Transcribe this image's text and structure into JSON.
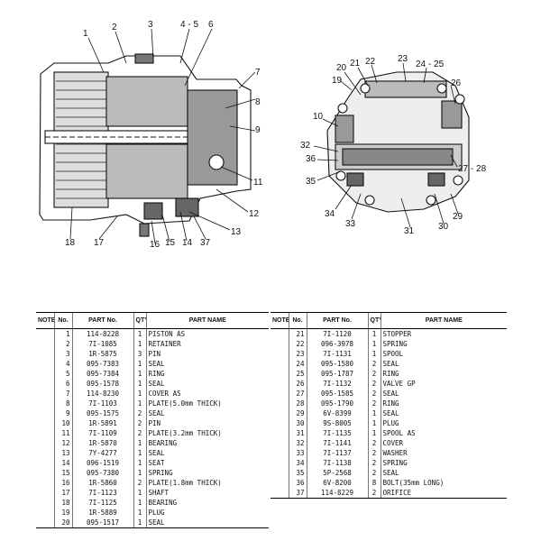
{
  "callouts": {
    "left": [
      "1",
      "2",
      "3",
      "4 - 5",
      "6",
      "7",
      "8",
      "9",
      "11",
      "12",
      "13",
      "37",
      "14",
      "15",
      "16",
      "17",
      "18"
    ],
    "right": [
      "20",
      "21",
      "22",
      "23",
      "24 - 25",
      "19",
      "26",
      "10",
      "32",
      "36",
      "27 - 28",
      "35",
      "34",
      "33",
      "31",
      "30",
      "29"
    ]
  },
  "table": {
    "headers": {
      "note": "NOTE",
      "no": "No.",
      "part_no": "PART No.",
      "qty": "QTY",
      "part_name": "PART NAME"
    },
    "left_rows": [
      {
        "no": "1",
        "part_no": "114-8228",
        "qty": "1",
        "name": "PISTON AS"
      },
      {
        "no": "2",
        "part_no": "7I-1085",
        "qty": "1",
        "name": "RETAINER"
      },
      {
        "no": "3",
        "part_no": "1R-5875",
        "qty": "3",
        "name": "PIN"
      },
      {
        "no": "4",
        "part_no": "095-7383",
        "qty": "1",
        "name": "SEAL"
      },
      {
        "no": "5",
        "part_no": "095-7384",
        "qty": "1",
        "name": "RING"
      },
      {
        "no": "6",
        "part_no": "095-1578",
        "qty": "1",
        "name": "SEAL"
      },
      {
        "no": "7",
        "part_no": "114-8230",
        "qty": "1",
        "name": "COVER AS"
      },
      {
        "no": "8",
        "part_no": "7I-1103",
        "qty": "1",
        "name": "PLATE(5.0mm THICK)"
      },
      {
        "no": "9",
        "part_no": "095-1575",
        "qty": "2",
        "name": "SEAL"
      },
      {
        "no": "10",
        "part_no": "1R-5891",
        "qty": "2",
        "name": "PIN"
      },
      {
        "no": "11",
        "part_no": "7I-1109",
        "qty": "2",
        "name": "PLATE(3.2mm THICK)"
      },
      {
        "no": "12",
        "part_no": "1R-5870",
        "qty": "1",
        "name": "BEARING"
      },
      {
        "no": "13",
        "part_no": "7Y-4277",
        "qty": "1",
        "name": "SEAL"
      },
      {
        "no": "14",
        "part_no": "096-1519",
        "qty": "1",
        "name": "SEAT"
      },
      {
        "no": "15",
        "part_no": "095-7380",
        "qty": "1",
        "name": "SPRING"
      },
      {
        "no": "16",
        "part_no": "1R-5860",
        "qty": "2",
        "name": "PLATE(1.8mm THICK)"
      },
      {
        "no": "17",
        "part_no": "7I-1123",
        "qty": "1",
        "name": "SHAFT"
      },
      {
        "no": "18",
        "part_no": "7I-1125",
        "qty": "1",
        "name": "BEARING"
      },
      {
        "no": "19",
        "part_no": "1R-5889",
        "qty": "1",
        "name": "PLUG"
      },
      {
        "no": "20",
        "part_no": "095-1517",
        "qty": "1",
        "name": "SEAL"
      }
    ],
    "right_rows": [
      {
        "no": "21",
        "part_no": "7I-1120",
        "qty": "1",
        "name": "STOPPER"
      },
      {
        "no": "22",
        "part_no": "096-3978",
        "qty": "1",
        "name": "SPRING"
      },
      {
        "no": "23",
        "part_no": "7I-1131",
        "qty": "1",
        "name": "SPOOL"
      },
      {
        "no": "24",
        "part_no": "095-1580",
        "qty": "2",
        "name": "SEAL"
      },
      {
        "no": "25",
        "part_no": "095-1787",
        "qty": "2",
        "name": "RING"
      },
      {
        "no": "26",
        "part_no": "7I-1132",
        "qty": "2",
        "name": "VALVE GP"
      },
      {
        "no": "27",
        "part_no": "095-1585",
        "qty": "2",
        "name": "SEAL"
      },
      {
        "no": "28",
        "part_no": "095-1790",
        "qty": "2",
        "name": "RING"
      },
      {
        "no": "29",
        "part_no": "6V-8399",
        "qty": "1",
        "name": "SEAL"
      },
      {
        "no": "30",
        "part_no": "9S-8005",
        "qty": "1",
        "name": "PLUG"
      },
      {
        "no": "31",
        "part_no": "7I-1135",
        "qty": "1",
        "name": "SPOOL AS"
      },
      {
        "no": "32",
        "part_no": "7I-1141",
        "qty": "2",
        "name": "COVER"
      },
      {
        "no": "33",
        "part_no": "7I-1137",
        "qty": "2",
        "name": "WASHER"
      },
      {
        "no": "34",
        "part_no": "7I-1138",
        "qty": "2",
        "name": "SPRING"
      },
      {
        "no": "35",
        "part_no": "5P-2568",
        "qty": "2",
        "name": "SEAL"
      },
      {
        "no": "36",
        "part_no": "6V-8200",
        "qty": "8",
        "name": "BOLT(35mm LONG)"
      },
      {
        "no": "37",
        "part_no": "114-8229",
        "qty": "2",
        "name": "ORIFICE"
      }
    ]
  }
}
